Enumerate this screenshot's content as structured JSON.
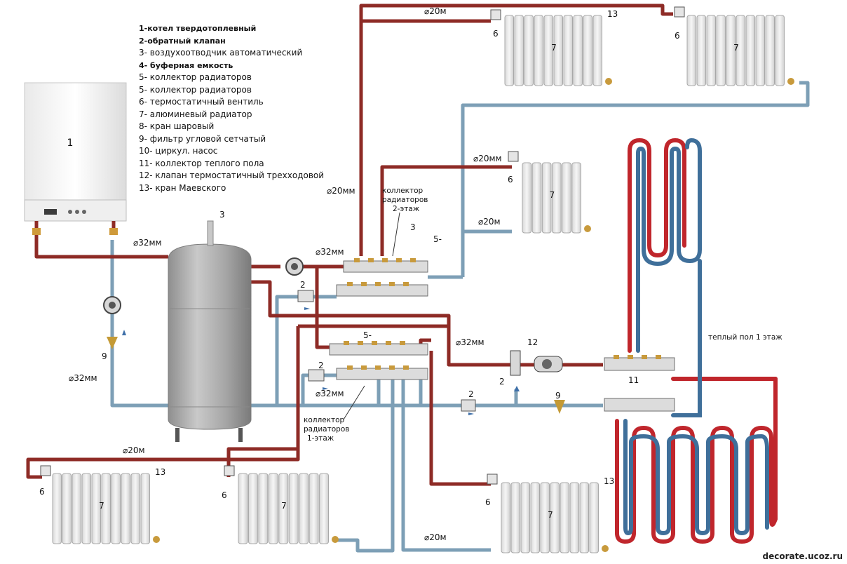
{
  "legend": [
    "1-котел твердотоплевный",
    "2-обратный клапан",
    "3- воздухоотводчик автоматический",
    "4-  буферная емкость",
    "5- коллектор радиаторов",
    "5- коллектор радиаторов",
    "6- термостатичный вентиль",
    "7- алюминевый радиатор",
    "8- кран шаровый",
    "9- фильтр угловой сетчатый",
    "10- циркул. насос",
    "11- коллектор теплого пола",
    "12- клапан термостатичный  трехходовой",
    "13- кран Маевского"
  ],
  "labels": {
    "boiler": "1",
    "air_vent": "3",
    "pipe32": "⌀32мм",
    "pipe32_alt": "⌀32мм",
    "pipe20": "⌀20м",
    "pipe20mm": "⌀20мм",
    "pipe20mm_big": "⌀20мм",
    "collector2": [
      "коллектор",
      "радиаторов",
      "2-этаж"
    ],
    "collector1": [
      "коллектор",
      "радиаторов",
      "1-этаж"
    ],
    "collector_num": "5-",
    "check_valve": "2",
    "filter": "9",
    "three_way": "12",
    "floor_collector": "11",
    "floor_label": "теплый пол 1 этаж",
    "tvalve": "6",
    "radiator": "7",
    "mayevsky": "13",
    "wm": "decorate.ucoz.ru"
  },
  "colors": {
    "hot": "#8e2b26",
    "cold": "#7d9fb6",
    "floor_hot": "#c0262c",
    "floor_cold": "#3f6f9a",
    "tank": "#a7a7a7"
  }
}
